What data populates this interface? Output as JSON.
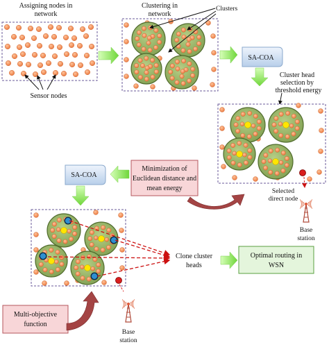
{
  "labels": {
    "assigning_line1": "Assigning nodes in",
    "assigning_line2": "network",
    "clustering_line1": "Clustering in",
    "clustering_line2": "network",
    "clusters": "Clusters",
    "sensor_nodes": "Sensor nodes",
    "sa_coa_top": "SA-COA",
    "ch_sel_line1": "Cluster head",
    "ch_sel_line2": "selection by",
    "ch_sel_line3": "threshold energy",
    "minim_line1": "Minimization of",
    "minim_line2": "Euclidean distance and",
    "minim_line3": "mean energy",
    "sa_coa_mid": "SA-COA",
    "selected_line1": "Selected",
    "selected_line2": "direct node",
    "base_right_line1": "Base",
    "base_right_line2": "station",
    "clone_line1": "Clone cluster",
    "clone_line2": "heads",
    "optimal_line1": "Optimal routing in",
    "optimal_line2": "WSN",
    "multi_line1": "Multi-objective",
    "multi_line2": "function",
    "base_bottom_line1": "Base",
    "base_bottom_line2": "station"
  },
  "colors": {
    "node_orange": "#f08a4b",
    "cluster_green": "#9cb86a",
    "cluster_edge": "#4f6b2c",
    "cluster_head_yellow": "#ffe600",
    "clone_head_blue": "#2f8fd0",
    "box_dash": "#6a5a9a",
    "arrow_green": "#8fe05a",
    "sa_coa_fill": "#d6e4f5",
    "pink_fill": "#f8d6d8",
    "pink_edge": "#b5565d",
    "optimal_fill": "#e4f5dc",
    "optimal_edge": "#5aa040",
    "red_arrow": "#a44444",
    "dashed_red": "#cc1111",
    "direct_node_red": "#d91e1e"
  }
}
